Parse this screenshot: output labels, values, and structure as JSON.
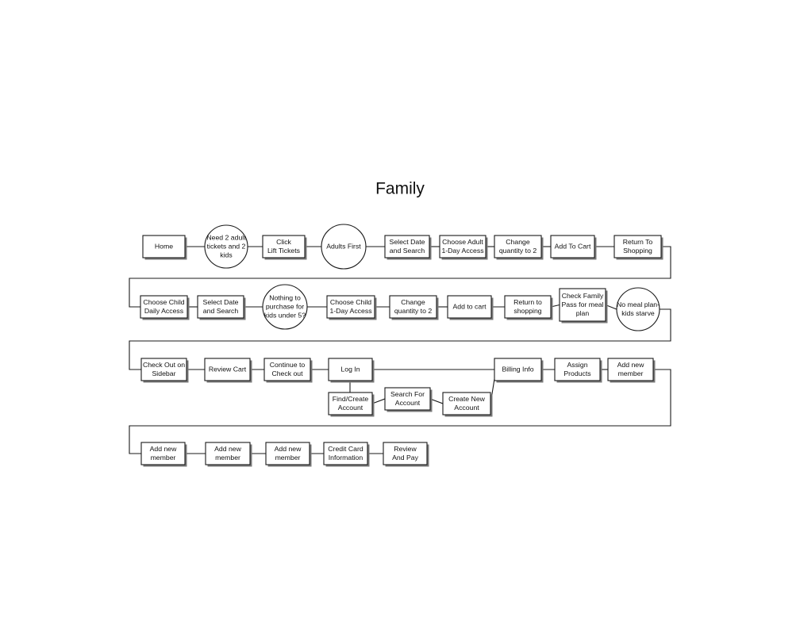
{
  "diagram": {
    "title": "Family",
    "type": "flowchart",
    "background_color": "#ffffff",
    "stroke_color": "#1a1a1a",
    "shadow_color": "#7a7a7a",
    "rows": [
      {
        "row_index": 1,
        "nodes": [
          {
            "id": "n1",
            "shape": "rect",
            "lines": [
              "Home"
            ]
          },
          {
            "id": "n2",
            "shape": "circle",
            "lines": [
              "Need 2 adult",
              "tickets and 2",
              "kids"
            ]
          },
          {
            "id": "n3",
            "shape": "rect",
            "lines": [
              "Click",
              "Lift Tickets"
            ]
          },
          {
            "id": "n4",
            "shape": "circle",
            "lines": [
              "Adults First"
            ]
          },
          {
            "id": "n5",
            "shape": "rect",
            "lines": [
              "Select Date",
              "and Search"
            ]
          },
          {
            "id": "n6",
            "shape": "rect",
            "lines": [
              "Choose Adult",
              "1-Day Access"
            ]
          },
          {
            "id": "n7",
            "shape": "rect",
            "lines": [
              "Change",
              "quantity to 2"
            ]
          },
          {
            "id": "n8",
            "shape": "rect",
            "lines": [
              "Add To Cart"
            ]
          },
          {
            "id": "n9",
            "shape": "rect",
            "lines": [
              "Return To",
              "Shopping"
            ]
          }
        ]
      },
      {
        "row_index": 2,
        "nodes": [
          {
            "id": "n10",
            "shape": "rect",
            "lines": [
              "Choose Child",
              "Daily Access"
            ]
          },
          {
            "id": "n11",
            "shape": "rect",
            "lines": [
              "Select Date",
              "and Search"
            ]
          },
          {
            "id": "n12",
            "shape": "circle",
            "lines": [
              "Nothing to",
              "purchase for",
              "kids under 5?"
            ]
          },
          {
            "id": "n13",
            "shape": "rect",
            "lines": [
              "Choose Child",
              "1-Day Access"
            ]
          },
          {
            "id": "n14",
            "shape": "rect",
            "lines": [
              "Change",
              "quantity to 2"
            ]
          },
          {
            "id": "n15",
            "shape": "rect",
            "lines": [
              "Add to cart"
            ]
          },
          {
            "id": "n16",
            "shape": "rect",
            "lines": [
              "Return to",
              "shopping"
            ]
          },
          {
            "id": "n17",
            "shape": "rect",
            "lines": [
              "Check Family",
              "Pass for meal",
              "plan"
            ]
          },
          {
            "id": "n18",
            "shape": "circle",
            "lines": [
              "No meal plan-",
              "kids starve"
            ]
          }
        ]
      },
      {
        "row_index": 3,
        "nodes": [
          {
            "id": "n19",
            "shape": "rect",
            "lines": [
              "Check Out on",
              "Sidebar"
            ]
          },
          {
            "id": "n20",
            "shape": "rect",
            "lines": [
              "Review Cart"
            ]
          },
          {
            "id": "n21",
            "shape": "rect",
            "lines": [
              "Continue to",
              "Check out"
            ]
          },
          {
            "id": "n22",
            "shape": "rect",
            "lines": [
              "Log In"
            ]
          },
          {
            "id": "n23",
            "shape": "rect",
            "lines": [
              "Billing Info"
            ]
          },
          {
            "id": "n24",
            "shape": "rect",
            "lines": [
              "Assign",
              "Products"
            ]
          },
          {
            "id": "n25",
            "shape": "rect",
            "lines": [
              "Add new",
              "member"
            ]
          }
        ]
      },
      {
        "row_index": 4,
        "is_branch": true,
        "nodes": [
          {
            "id": "n26",
            "shape": "rect",
            "lines": [
              "Find/Create",
              "Account"
            ]
          },
          {
            "id": "n27",
            "shape": "rect",
            "lines": [
              "Search For",
              "Account"
            ]
          },
          {
            "id": "n28",
            "shape": "rect",
            "lines": [
              "Create New",
              "Account"
            ]
          }
        ]
      },
      {
        "row_index": 5,
        "nodes": [
          {
            "id": "n29",
            "shape": "rect",
            "lines": [
              "Add new",
              "member"
            ]
          },
          {
            "id": "n30",
            "shape": "rect",
            "lines": [
              "Add new",
              "member"
            ]
          },
          {
            "id": "n31",
            "shape": "rect",
            "lines": [
              "Add new",
              "member"
            ]
          },
          {
            "id": "n32",
            "shape": "rect",
            "lines": [
              "Credit Card",
              "Information"
            ]
          },
          {
            "id": "n33",
            "shape": "rect",
            "lines": [
              "Review",
              "And Pay"
            ]
          }
        ]
      }
    ]
  }
}
